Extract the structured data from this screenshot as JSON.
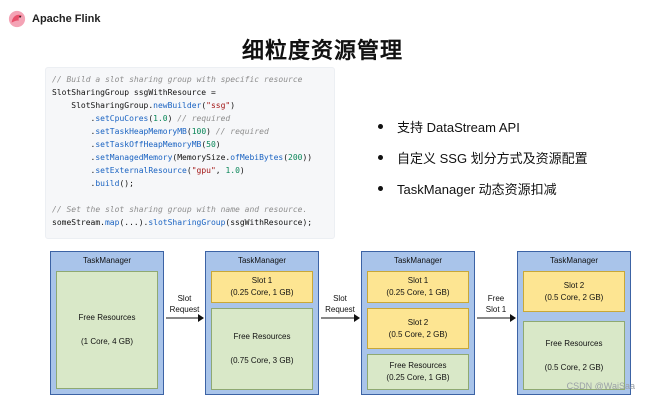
{
  "header": {
    "brand_name": "Apache Flink"
  },
  "slide": {
    "title": "细粒度资源管理"
  },
  "code": {
    "lines": [
      [
        {
          "t": "// Build a slot sharing group with specific resource",
          "c": "cm"
        }
      ],
      [
        {
          "t": "SlotSharingGroup ssgWithResource =",
          "c": "kw"
        }
      ],
      [
        {
          "t": "    SlotSharingGroup.",
          "c": "kw"
        },
        {
          "t": "newBuilder",
          "c": "fn"
        },
        {
          "t": "(",
          "c": "kw"
        },
        {
          "t": "\"ssg\"",
          "c": "str"
        },
        {
          "t": ")",
          "c": "kw"
        }
      ],
      [
        {
          "t": "        .",
          "c": "kw"
        },
        {
          "t": "setCpuCores",
          "c": "fn"
        },
        {
          "t": "(",
          "c": "kw"
        },
        {
          "t": "1.0",
          "c": "num"
        },
        {
          "t": ") ",
          "c": "kw"
        },
        {
          "t": "// required",
          "c": "cm"
        }
      ],
      [
        {
          "t": "        .",
          "c": "kw"
        },
        {
          "t": "setTaskHeapMemoryMB",
          "c": "fn"
        },
        {
          "t": "(",
          "c": "kw"
        },
        {
          "t": "100",
          "c": "num"
        },
        {
          "t": ") ",
          "c": "kw"
        },
        {
          "t": "// required",
          "c": "cm"
        }
      ],
      [
        {
          "t": "        .",
          "c": "kw"
        },
        {
          "t": "setTaskOffHeapMemoryMB",
          "c": "fn"
        },
        {
          "t": "(",
          "c": "kw"
        },
        {
          "t": "50",
          "c": "num"
        },
        {
          "t": ")",
          "c": "kw"
        }
      ],
      [
        {
          "t": "        .",
          "c": "kw"
        },
        {
          "t": "setManagedMemory",
          "c": "fn"
        },
        {
          "t": "(MemorySize.",
          "c": "kw"
        },
        {
          "t": "ofMebiBytes",
          "c": "fn"
        },
        {
          "t": "(",
          "c": "kw"
        },
        {
          "t": "200",
          "c": "num"
        },
        {
          "t": "))",
          "c": "kw"
        }
      ],
      [
        {
          "t": "        .",
          "c": "kw"
        },
        {
          "t": "setExternalResource",
          "c": "fn"
        },
        {
          "t": "(",
          "c": "kw"
        },
        {
          "t": "\"gpu\"",
          "c": "str"
        },
        {
          "t": ", ",
          "c": "kw"
        },
        {
          "t": "1.0",
          "c": "num"
        },
        {
          "t": ")",
          "c": "kw"
        }
      ],
      [
        {
          "t": "        .",
          "c": "kw"
        },
        {
          "t": "build",
          "c": "fn"
        },
        {
          "t": "();",
          "c": "kw"
        }
      ],
      [
        {
          "t": "",
          "c": "kw"
        }
      ],
      [
        {
          "t": "// Set the slot sharing group with name and resource.",
          "c": "cm"
        }
      ],
      [
        {
          "t": "someStream.",
          "c": "kw"
        },
        {
          "t": "map",
          "c": "fn"
        },
        {
          "t": "(...).",
          "c": "kw"
        },
        {
          "t": "slotSharingGroup",
          "c": "fn"
        },
        {
          "t": "(ssgWithResource);",
          "c": "kw"
        }
      ]
    ]
  },
  "bullets": [
    "支持 DataStream API",
    "自定义 SSG 划分方式及资源配置",
    "TaskManager 动态资源扣减"
  ],
  "diagram": {
    "task_managers": [
      {
        "title": "TaskManager",
        "boxes": [
          {
            "kind": "green",
            "lines": [
              "Free Resources",
              "",
              "(1 Core, 4 GB)"
            ]
          }
        ]
      },
      {
        "title": "TaskManager",
        "boxes": [
          {
            "kind": "yellow",
            "lines": [
              "Slot 1",
              "(0.25 Core, 1 GB)"
            ]
          },
          {
            "kind": "green",
            "lines": [
              "Free Resources",
              "",
              "(0.75 Core, 3 GB)"
            ]
          }
        ]
      },
      {
        "title": "TaskManager",
        "boxes": [
          {
            "kind": "yellow",
            "lines": [
              "Slot 1",
              "(0.25 Core, 1 GB)"
            ]
          },
          {
            "kind": "yellow",
            "lines": [
              "Slot 2",
              "(0.5 Core, 2 GB)"
            ]
          },
          {
            "kind": "green",
            "lines": [
              "Free Resources",
              "(0.25 Core, 1 GB)"
            ]
          }
        ]
      },
      {
        "title": "TaskManager",
        "boxes": [
          {
            "kind": "yellow",
            "lines": [
              "Slot 2",
              "(0.5 Core, 2 GB)"
            ]
          },
          {
            "kind": "green",
            "lines": [
              "Free Resources",
              "",
              "(0.5 Core, 2 GB)"
            ]
          }
        ]
      }
    ],
    "arrows": [
      {
        "lines": [
          "Slot",
          "Request"
        ]
      },
      {
        "lines": [
          "Slot",
          "Request"
        ]
      },
      {
        "lines": [
          "Free",
          "Slot 1"
        ]
      }
    ]
  },
  "watermark": "CSDN @WaiSaa",
  "colors": {
    "tm_fill": "#a9c4ea",
    "tm_border": "#3c63a5",
    "free": "#d9e8c8",
    "slot": "#fde592"
  }
}
